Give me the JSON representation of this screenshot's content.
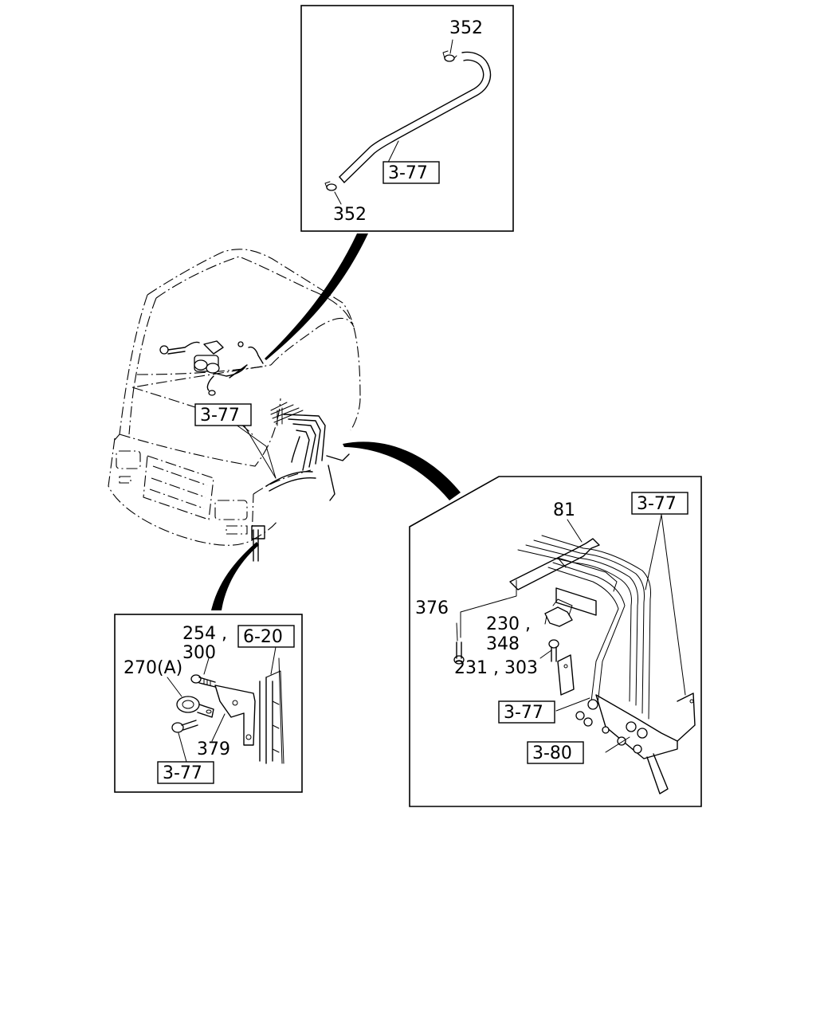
{
  "figure": {
    "top_inset": {
      "labels": {
        "part_352_upper": "352",
        "part_352_lower": "352"
      },
      "refs": {
        "ref_3_77": "3-77"
      }
    },
    "cab": {
      "refs": {
        "ref_3_77": "3-77"
      }
    },
    "left_inset": {
      "labels": {
        "part_254": "254 ,",
        "part_300": "300",
        "part_270a": "270(A)",
        "part_379": "379"
      },
      "refs": {
        "ref_6_20": "6-20",
        "ref_3_77": "3-77"
      }
    },
    "right_inset": {
      "labels": {
        "part_81": "81",
        "part_376": "376",
        "part_230": "230 ,",
        "part_348": "348",
        "part_231_303": "231 , 303"
      },
      "refs": {
        "ref_3_77_top": "3-77",
        "ref_3_77_mid": "3-77",
        "ref_3_80": "3-80"
      }
    }
  }
}
